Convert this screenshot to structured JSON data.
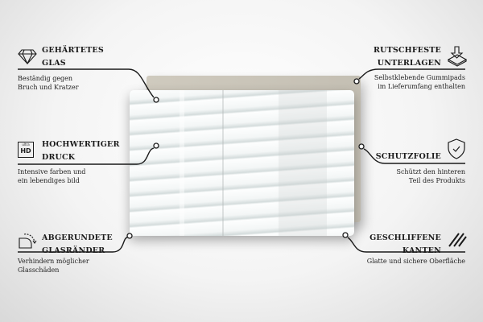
{
  "features": [
    {
      "title1": "GEHÄRTETES",
      "title2": "GLAS",
      "desc1": "Beständig gegen",
      "desc2": "Bruch und Kratzer",
      "icon": "diamond-icon"
    },
    {
      "title1": "HOCHWERTIGER",
      "title2": "DRUCK",
      "desc1": "Intensive farben und",
      "desc2": "ein lebendiges bild",
      "icon": "ultra-hd-icon",
      "icon_small": "ultra",
      "icon_big": "HD"
    },
    {
      "title1": "ABGERUNDETE",
      "title2": "GLASRÄNDER",
      "desc1": "Verhindern möglicher",
      "desc2": "Glasschäden",
      "icon": "rounded-corner-icon"
    },
    {
      "title1": "RUTSCHFESTE",
      "title2": "UNTERLAGEN",
      "desc1": "Selbstklebende Gummipads",
      "desc2": "im Lieferumfang enthalten",
      "icon": "pad-press-icon"
    },
    {
      "title1": "SCHUTZFOLIE",
      "desc1": "Schützt den hinteren",
      "desc2": "Teil des Produkts",
      "icon": "shield-check-icon"
    },
    {
      "title1": "GESCHLIFFENE",
      "title2": "KANTEN",
      "desc1": "Glatte und sichere Oberfläche",
      "icon": "polished-edge-icon"
    }
  ],
  "colors": {
    "panel_back": "#c9c4b8",
    "line": "#1a1a1a"
  }
}
